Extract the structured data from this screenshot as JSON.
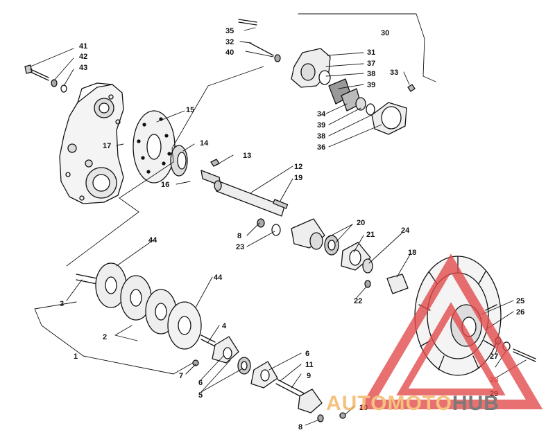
{
  "diagram": {
    "callouts": [
      {
        "id": "c35",
        "text": "35"
      },
      {
        "id": "c32",
        "text": "32"
      },
      {
        "id": "c40",
        "text": "40"
      },
      {
        "id": "c30",
        "text": "30"
      },
      {
        "id": "c31",
        "text": "31"
      },
      {
        "id": "c37",
        "text": "37"
      },
      {
        "id": "c38a",
        "text": "38"
      },
      {
        "id": "c39a",
        "text": "39"
      },
      {
        "id": "c33",
        "text": "33"
      },
      {
        "id": "c34",
        "text": "34"
      },
      {
        "id": "c39b",
        "text": "39"
      },
      {
        "id": "c38b",
        "text": "38"
      },
      {
        "id": "c36",
        "text": "36"
      },
      {
        "id": "c41",
        "text": "41"
      },
      {
        "id": "c42",
        "text": "42"
      },
      {
        "id": "c43",
        "text": "43"
      },
      {
        "id": "c15",
        "text": "15"
      },
      {
        "id": "c14",
        "text": "14"
      },
      {
        "id": "c17",
        "text": "17"
      },
      {
        "id": "c16",
        "text": "16"
      },
      {
        "id": "c13",
        "text": "13"
      },
      {
        "id": "c12",
        "text": "12"
      },
      {
        "id": "c19",
        "text": "19"
      },
      {
        "id": "c8a",
        "text": "8"
      },
      {
        "id": "c23",
        "text": "23"
      },
      {
        "id": "c20",
        "text": "20"
      },
      {
        "id": "c21",
        "text": "21"
      },
      {
        "id": "c24",
        "text": "24"
      },
      {
        "id": "c18",
        "text": "18"
      },
      {
        "id": "c22",
        "text": "22"
      },
      {
        "id": "c44a",
        "text": "44"
      },
      {
        "id": "c44b",
        "text": "44"
      },
      {
        "id": "c3",
        "text": "3"
      },
      {
        "id": "c2",
        "text": "2"
      },
      {
        "id": "c1",
        "text": "1"
      },
      {
        "id": "c4",
        "text": "4"
      },
      {
        "id": "c7",
        "text": "7"
      },
      {
        "id": "c6a",
        "text": "6"
      },
      {
        "id": "c5",
        "text": "5"
      },
      {
        "id": "c6b",
        "text": "6"
      },
      {
        "id": "c11",
        "text": "11"
      },
      {
        "id": "c9",
        "text": "9"
      },
      {
        "id": "c10",
        "text": "10"
      },
      {
        "id": "c8b",
        "text": "8"
      },
      {
        "id": "c25",
        "text": "25"
      },
      {
        "id": "c26",
        "text": "26"
      },
      {
        "id": "c27",
        "text": "27"
      },
      {
        "id": "c28",
        "text": "28"
      },
      {
        "id": "c29",
        "text": "29"
      }
    ]
  },
  "watermark": {
    "part1": "AUTOMOTO",
    "part2": "HUB",
    "colors": {
      "triangle": "#e24848",
      "auto": "#f2b25a",
      "hub": "#555555"
    }
  }
}
